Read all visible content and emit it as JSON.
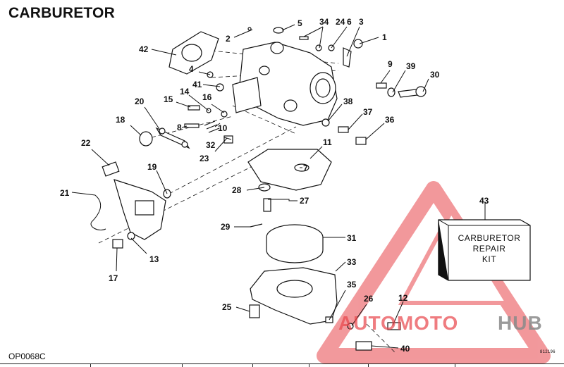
{
  "title": "CARBURETOR",
  "diagram_code": "OP0068C",
  "corner_code": "812196",
  "kit": {
    "line1": "CARBURETOR",
    "line2": "REPAIR",
    "line3": "KIT"
  },
  "watermark": {
    "part1": "AUTOMOTO",
    "part2": "HUB",
    "color_red": "#e8454a",
    "color_gray": "#8a8a8a"
  },
  "callouts": [
    "1",
    "2",
    "3",
    "4",
    "5",
    "6",
    "7",
    "8",
    "9",
    "10",
    "11",
    "12",
    "13",
    "14",
    "15",
    "16",
    "17",
    "18",
    "19",
    "20",
    "21",
    "22",
    "23",
    "24",
    "25",
    "26",
    "27",
    "28",
    "29",
    "30",
    "31",
    "32",
    "33",
    "34",
    "35",
    "36",
    "37",
    "38",
    "39",
    "40",
    "41",
    "42",
    "43"
  ]
}
